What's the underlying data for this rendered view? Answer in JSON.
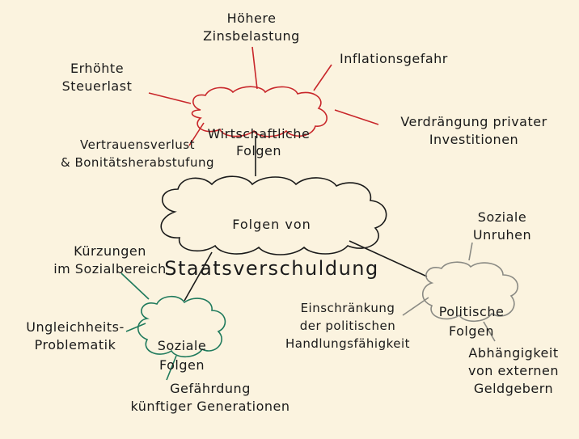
{
  "center": {
    "line1": "Folgen von",
    "line2": "Staatsverschuldung"
  },
  "branches": {
    "wirtschaft": {
      "title": "Wirtschaftliche\nFolgen",
      "color": "#c8262a",
      "items": {
        "zins": "Höhere\nZinsbelastung",
        "inflation": "Inflationsgefahr",
        "steuer": "Erhöhte\nSteuerlast",
        "verdraengung": "Verdrängung privater\nInvestitionen",
        "vertrauen": "Vertrauensverlust\n& Bonitätsherabstufung"
      }
    },
    "sozial": {
      "title": "Soziale\nFolgen",
      "color": "#1f7a5c",
      "items": {
        "kuerzungen": "Kürzungen\nim Sozialbereich",
        "ungleichheit": "Ungleichheits-\nProblematik",
        "gefaehrdung": "Gefährdung\nkünftiger Generationen"
      }
    },
    "politik": {
      "title": "Politische\nFolgen",
      "color": "#8a8a84",
      "items": {
        "unruhen": "Soziale\nUnruhen",
        "einschraenkung": "Einschränkung\nder politischen\nHandlungsfähigkeit",
        "abhaengigkeit": "Abhängigkeit\nvon externen\nGeldgebern"
      }
    }
  }
}
